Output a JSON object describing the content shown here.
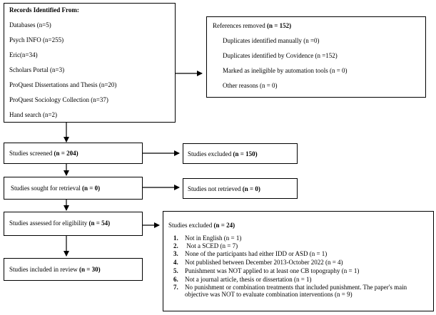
{
  "identification": {
    "heading": "Records Identified From:",
    "sources": [
      "Databases (n=5)",
      "Psych INFO (n=255)",
      "Eric(n=34)",
      "Scholars Portal (n=3)",
      "ProQuest Dissertations and Thesis (n=20)",
      "ProQuest Sociology Collection (n=37)",
      "Hand search (n=2)"
    ]
  },
  "removed": {
    "label": "References removed",
    "count": "(n = 152)",
    "items": [
      "Duplicates identified manually (n =0)",
      "Duplicates identified by Covidence (n =152)",
      "Marked as ineligible by automation tools (n = 0)",
      "Other reasons (n = 0)"
    ]
  },
  "screened": {
    "label": "Studies screened",
    "count": "(n = 204)"
  },
  "excluded_screen": {
    "label": "Studies excluded",
    "count": "(n = 150)"
  },
  "retrieval": {
    "label": "Studies sought for retrieval",
    "count": "(n = 0)"
  },
  "not_retrieved": {
    "label": "Studies not retrieved",
    "count": "(n = 0)"
  },
  "eligibility": {
    "label": "Studies assessed for eligibility",
    "count": "(n = 54)"
  },
  "excluded_full": {
    "label": "Studies excluded",
    "count": "(n = 24)",
    "reasons": [
      {
        "num": "1.",
        "text": "Not in English (n = 1)"
      },
      {
        "num": "2.",
        "text": " Not a SCED (n = 7)"
      },
      {
        "num": "3.",
        "text": "None of the participants had either IDD or ASD (n = 1)"
      },
      {
        "num": "4.",
        "text": "Not published between December 2013-October 2022 (n = 4)"
      },
      {
        "num": "5.",
        "text": "Punishment was NOT applied to at least one CB topography (n = 1)"
      },
      {
        "num": "6.",
        "text": "Not a journal article, thesis or dissertation (n = 1)"
      },
      {
        "num": "7.",
        "text": "No punishment or combination treatments that included punishment. The paper's main objective was NOT to evaluate combination interventions (n = 9)"
      }
    ]
  },
  "included": {
    "label": "Studies included in review",
    "count": "(n = 30)"
  }
}
